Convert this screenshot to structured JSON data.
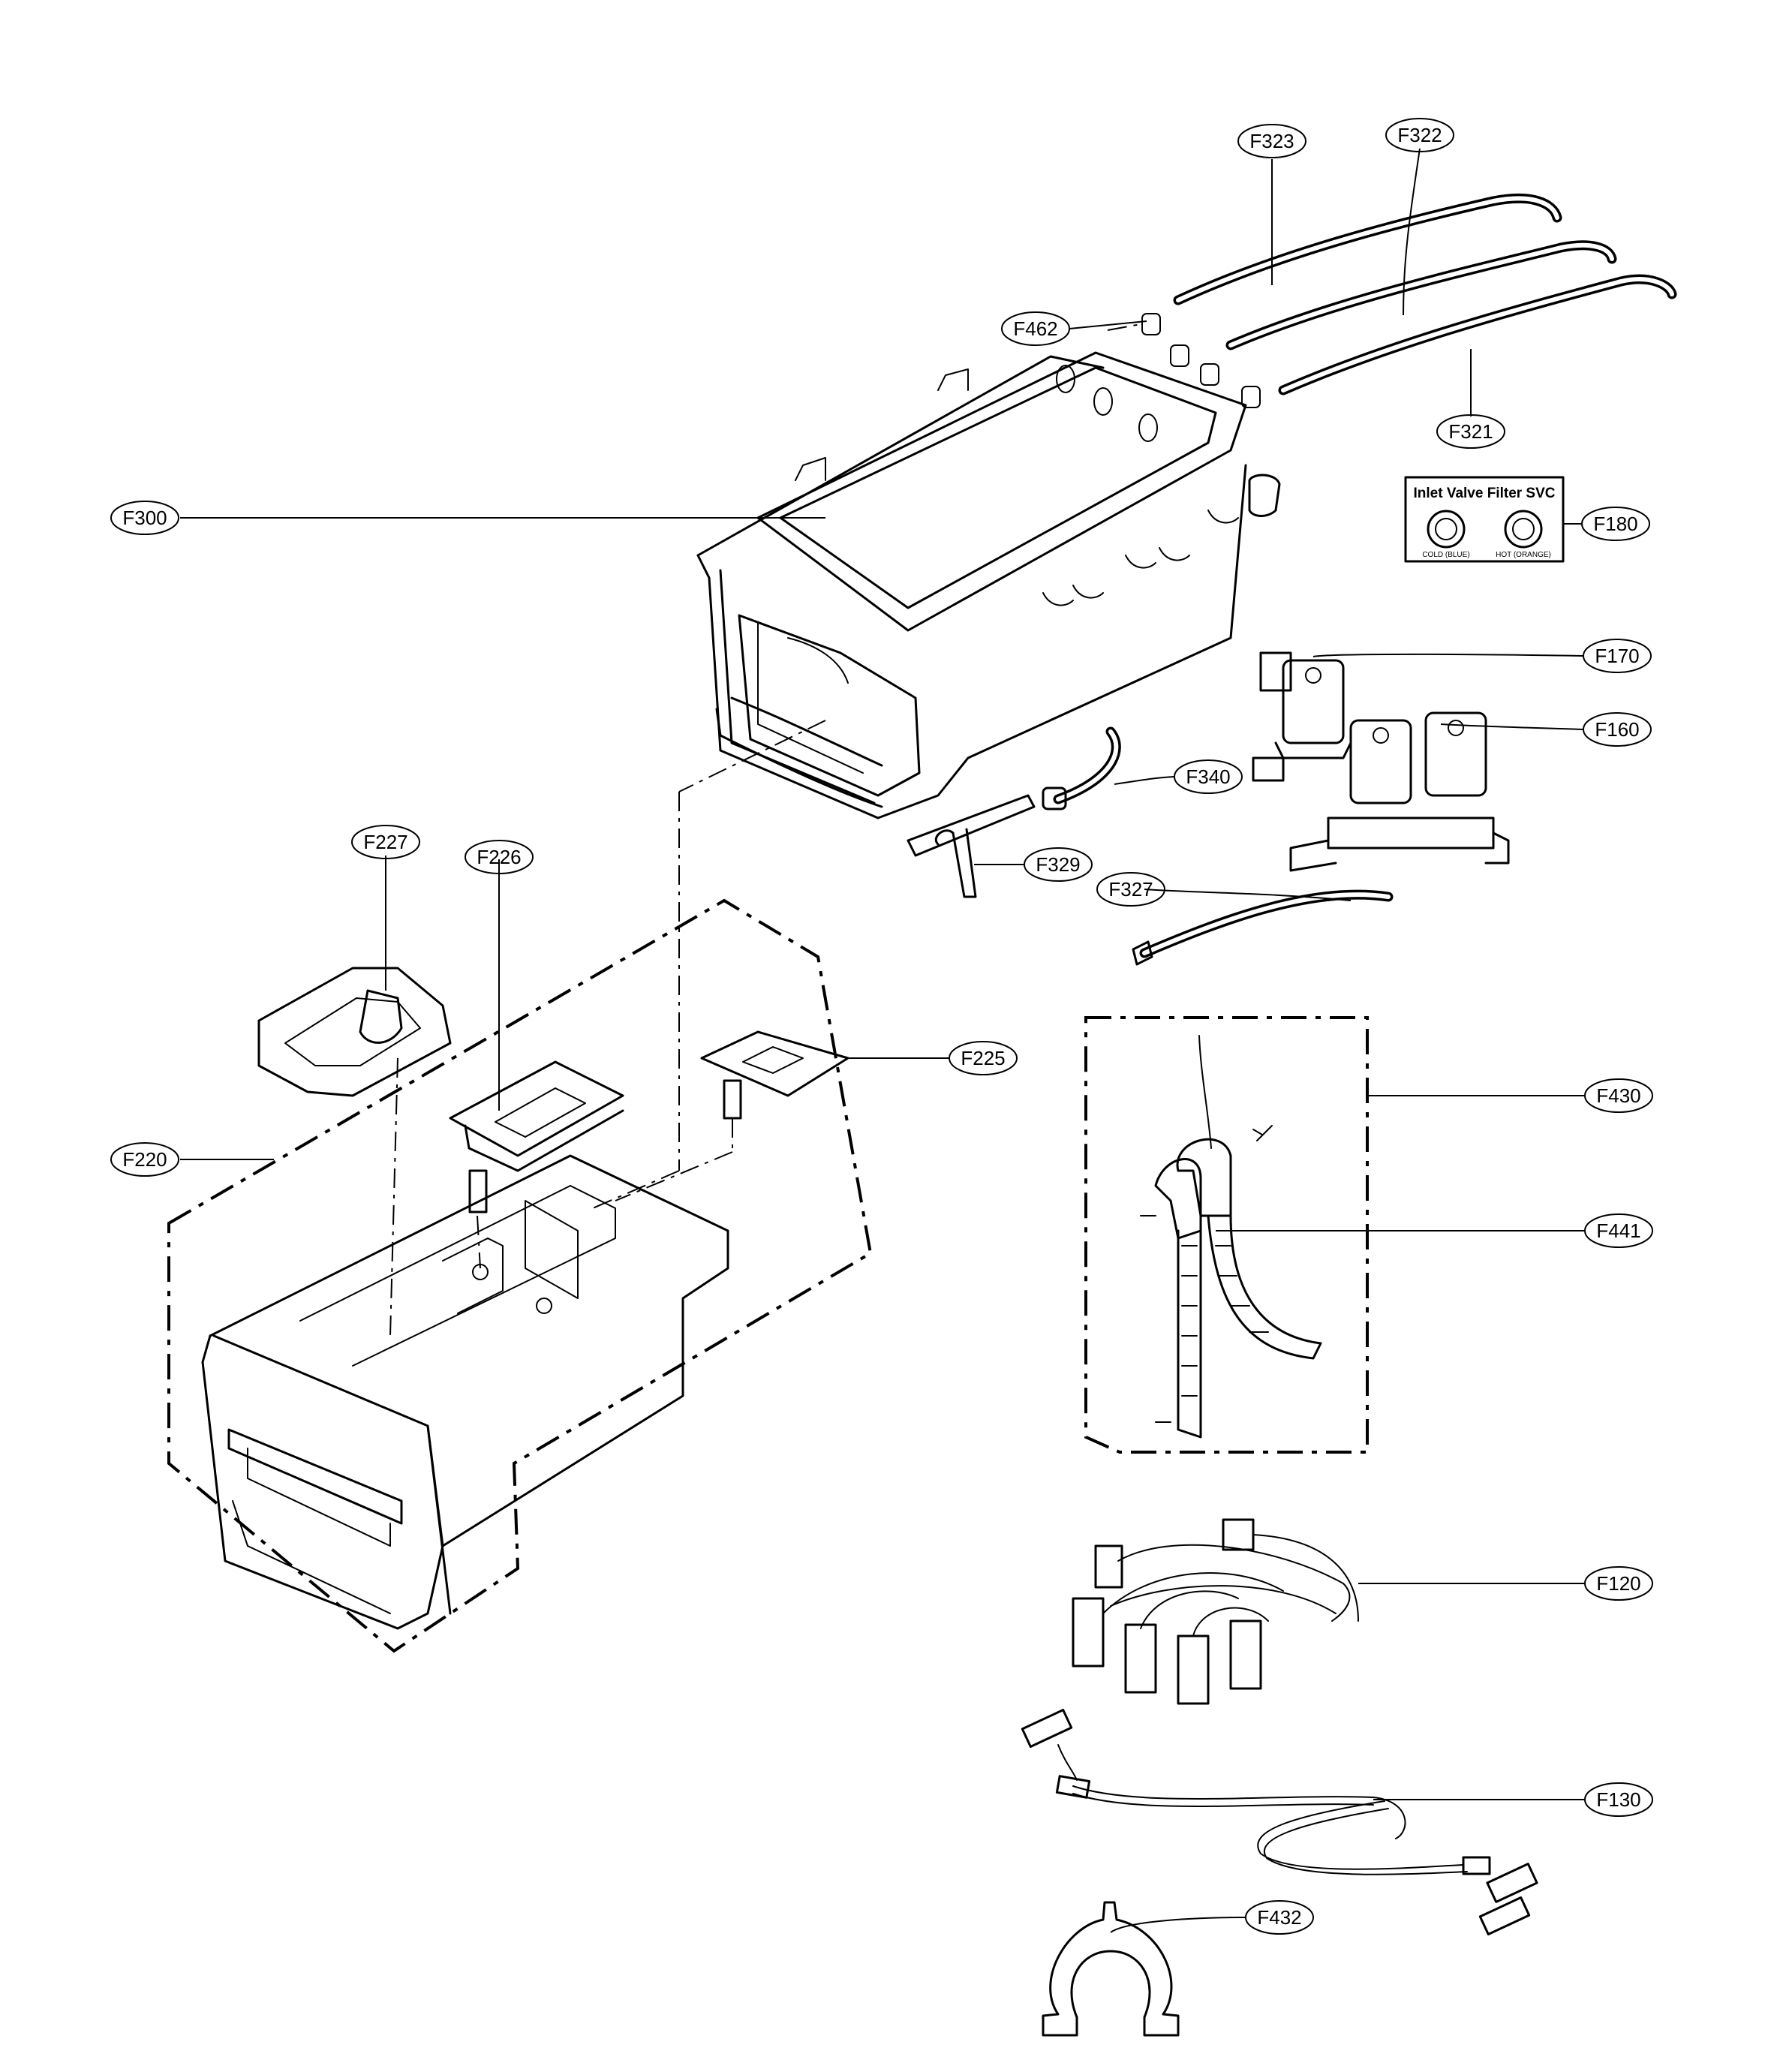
{
  "parts": {
    "F323": "F323",
    "F322": "F322",
    "F462": "F462",
    "F321": "F321",
    "F300": "F300",
    "F180": "F180",
    "F170": "F170",
    "F160": "F160",
    "F340": "F340",
    "F329": "F329",
    "F327": "F327",
    "F227": "F227",
    "F226": "F226",
    "F225": "F225",
    "F430": "F430",
    "F220": "F220",
    "F441": "F441",
    "F120": "F120",
    "F130": "F130",
    "F432": "F432"
  },
  "inlet_filter": {
    "title": "Inlet Valve Filter SVC",
    "cold": "COLD (BLUE)",
    "hot": "HOT (ORANGE)"
  }
}
